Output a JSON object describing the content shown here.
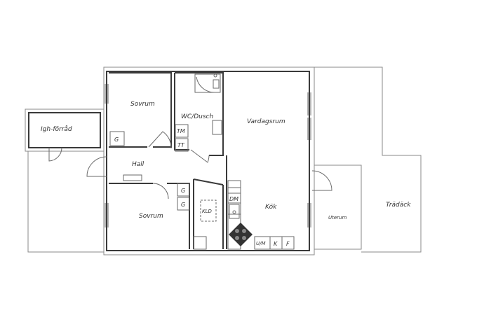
{
  "rooms": {
    "sovrum_top": "Sovrum",
    "wc_dusch": "WC/Dusch",
    "vardagsrum": "Vardagsrum",
    "igh_forrad": "Igh-förråd",
    "hall": "Hall",
    "sovrum_bottom": "Sovrum",
    "kok": "Kök",
    "uterum": "Uterum",
    "tradack": "Trädäck"
  },
  "fixtures": {
    "g_top": "G",
    "tm": "TM",
    "tt": "TT",
    "g_mid1": "G",
    "g_mid2": "G",
    "kld": "KLD",
    "dm": "DM",
    "um": "U/M",
    "k": "K",
    "f": "F"
  },
  "colors": {
    "wall": "#3a3a3a",
    "stove": "#333333"
  }
}
